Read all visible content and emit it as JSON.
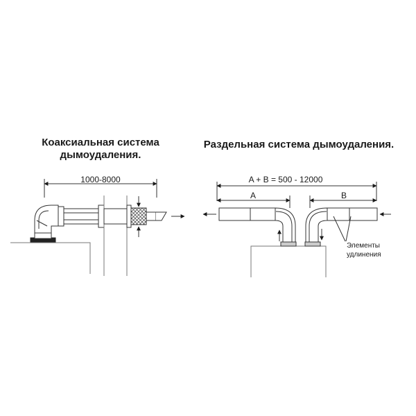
{
  "coaxial": {
    "title_line1": "Коаксиальная система",
    "title_line2": "дымоудаления.",
    "dimension": "1000-8000"
  },
  "separate": {
    "title": "Раздельная система дымоудаления.",
    "formula": "A + B = 500 - 12000",
    "label_a": "A",
    "label_b": "B",
    "extension_line1": "Элементы",
    "extension_line2": "удлинения"
  }
}
